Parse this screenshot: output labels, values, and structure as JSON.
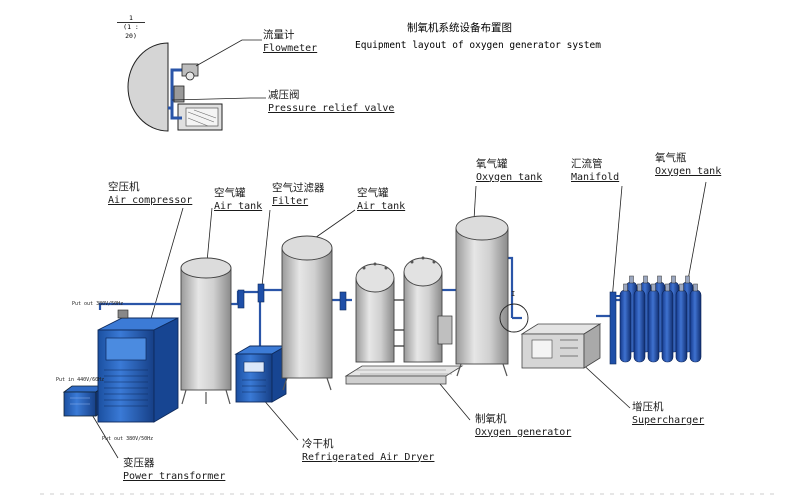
{
  "title": {
    "zh": "制氧机系统设备布置图",
    "en": "Equipment layout of oxygen generator system"
  },
  "scale": {
    "num": "1",
    "den": "(1 : 20)"
  },
  "detail_marker": "I",
  "labels": {
    "flowmeter": {
      "zh": "流量计",
      "en": "Flowmeter"
    },
    "pressure_relief_valve": {
      "zh": "减压阀",
      "en": "Pressure relief valve"
    },
    "air_compressor": {
      "zh": "空压机",
      "en": "Air compressor"
    },
    "air_tank_1": {
      "zh": "空气罐",
      "en": "Air tank"
    },
    "filter": {
      "zh": "空气过滤器",
      "en": "Filter"
    },
    "air_tank_2": {
      "zh": "空气罐",
      "en": "Air tank"
    },
    "oxygen_tank": {
      "zh": "氧气罐",
      "en": "Oxygen tank"
    },
    "manifold": {
      "zh": "汇流管",
      "en": "Manifold"
    },
    "oxygen_bottle": {
      "zh": "氧气瓶",
      "en": "Oxygen tank"
    },
    "oxygen_generator": {
      "zh": "制氧机",
      "en": "Oxygen generator"
    },
    "supercharger": {
      "zh": "增压机",
      "en": "Supercharger"
    },
    "refrigerated_air_dryer": {
      "zh": "冷干机",
      "en": "Refrigerated Air Dryer"
    },
    "power_transformer": {
      "zh": "变压器",
      "en": "Power transformer"
    }
  },
  "small_text": {
    "put_out_top": "Put out 380V/50Hz",
    "put_in": "Put in 440V/60Hz",
    "put_out_bottom": "Put out 380V/50Hz"
  },
  "colors": {
    "steel": "#c9c9c9",
    "steel_dark": "#8e8e8e",
    "equipment_blue": "#1f5fb8",
    "pipe_blue": "#2a55a8",
    "line": "#222222"
  }
}
